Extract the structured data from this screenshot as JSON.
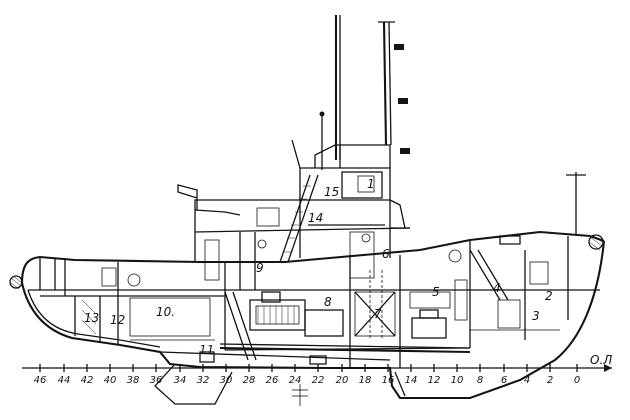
{
  "compartments": [
    {
      "id": "c1",
      "label": "1"
    },
    {
      "id": "c2",
      "label": "2"
    },
    {
      "id": "c3",
      "label": "3"
    },
    {
      "id": "c4",
      "label": "4"
    },
    {
      "id": "c5",
      "label": "5"
    },
    {
      "id": "c6",
      "label": "6"
    },
    {
      "id": "c7",
      "label": "7"
    },
    {
      "id": "c8",
      "label": "8"
    },
    {
      "id": "c9",
      "label": "9"
    },
    {
      "id": "c10",
      "label": "10."
    },
    {
      "id": "c11",
      "label": "11"
    },
    {
      "id": "c12",
      "label": "12"
    },
    {
      "id": "c13",
      "label": "13"
    },
    {
      "id": "c14",
      "label": "14"
    },
    {
      "id": "c15",
      "label": "15"
    }
  ],
  "frame_numbers": [
    "46",
    "44",
    "42",
    "40",
    "38",
    "36",
    "34",
    "32",
    "30",
    "28",
    "26",
    "24",
    "22",
    "20",
    "18",
    "16",
    "14",
    "12",
    "10",
    "8",
    "6",
    "4",
    "2",
    "0"
  ],
  "baseline_label": "О.Л"
}
